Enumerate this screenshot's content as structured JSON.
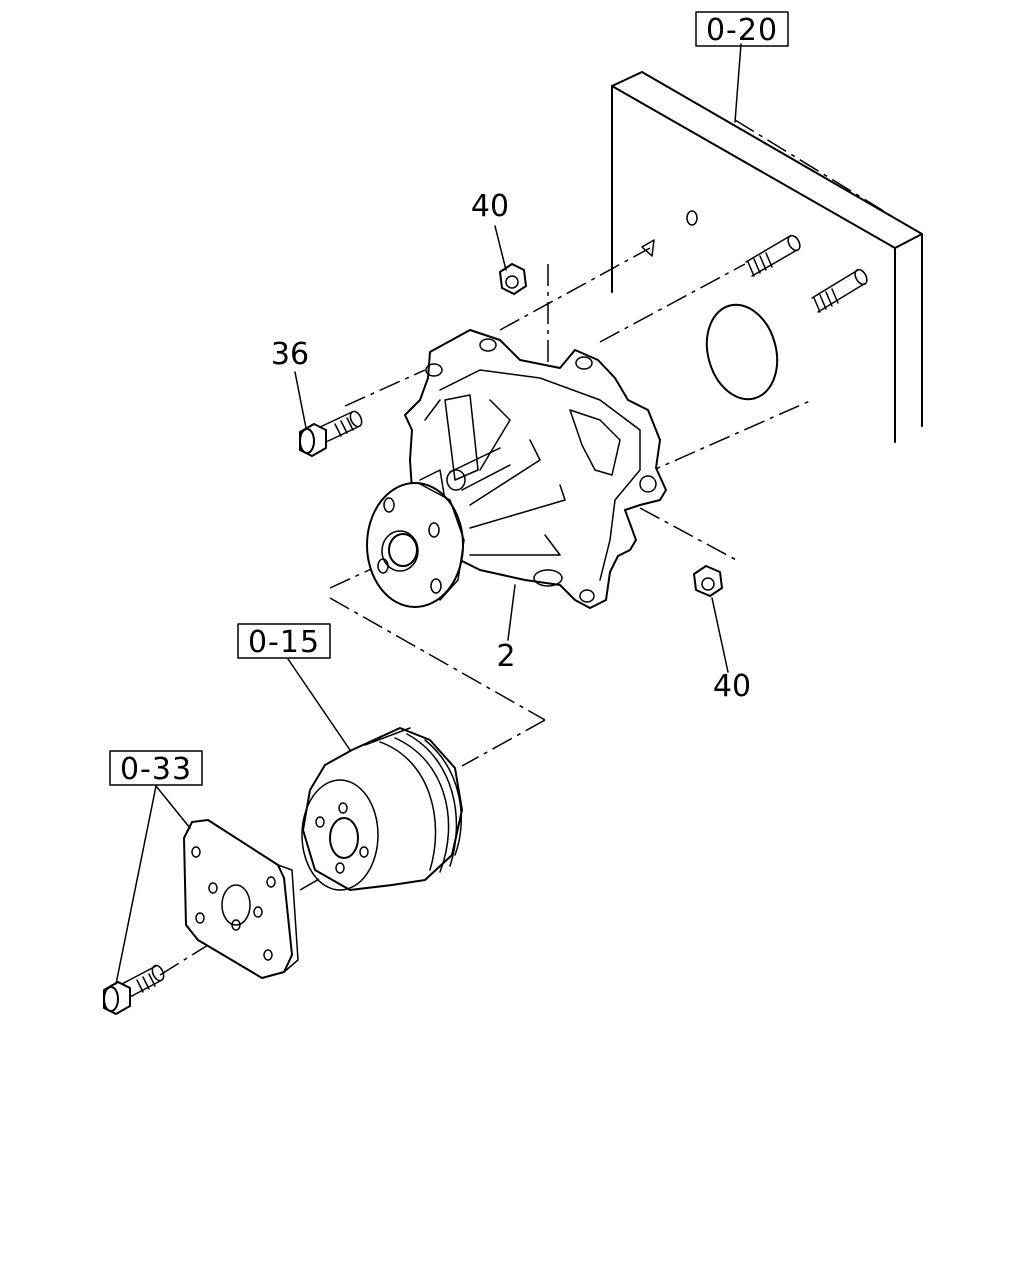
{
  "labels": {
    "ref_engine_block": "0-20",
    "ref_pulley": "0-15",
    "ref_plate": "0-33",
    "part_nut_upper": "40",
    "part_bolt": "36",
    "part_water_pump": "2",
    "part_nut_lower": "40"
  }
}
